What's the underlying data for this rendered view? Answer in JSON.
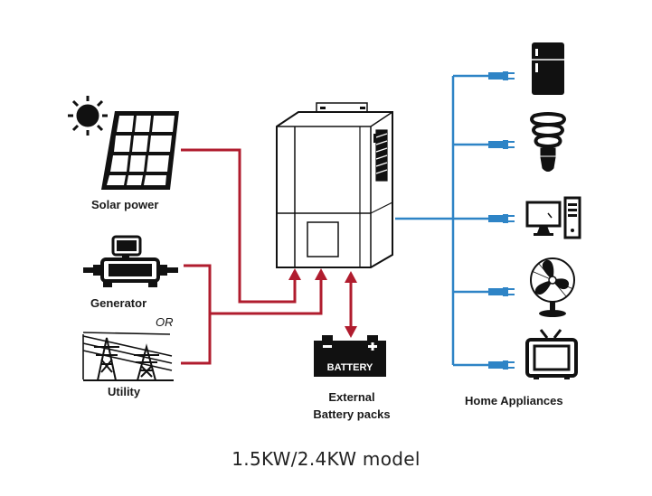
{
  "sources": {
    "solar_label": "Solar power",
    "generator_label": "Generator",
    "or_label": "OR",
    "utility_label": "Utility"
  },
  "battery": {
    "text": "BATTERY",
    "label_line1": "External",
    "label_line2": "Battery packs"
  },
  "appliances": {
    "label": "Home Appliances",
    "items": [
      "refrigerator-icon",
      "light-bulb-icon",
      "computer-icon",
      "fan-icon",
      "tv-icon"
    ]
  },
  "caption": "1.5KW/2.4KW model",
  "colors": {
    "input_line": "#b01c2e",
    "output_line": "#2e84c6",
    "icon": "#111111"
  }
}
